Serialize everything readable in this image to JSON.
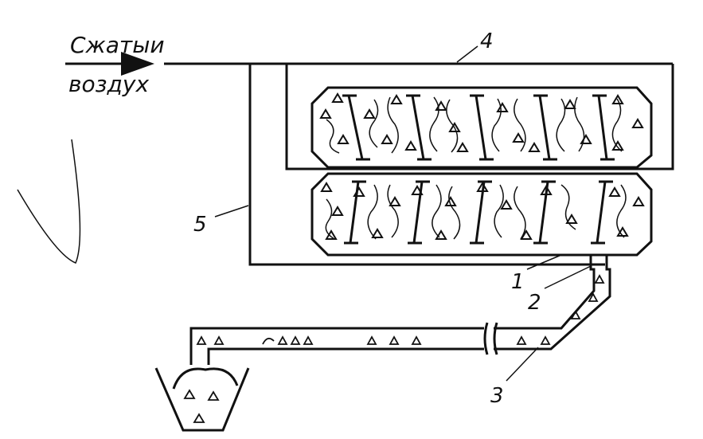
{
  "labels": {
    "air_line1": "Сжатыи",
    "air_line2": "воздух",
    "num1": "1",
    "num2": "2",
    "num3": "3",
    "num4": "4",
    "num5": "5"
  },
  "colors": {
    "ink": "#111111",
    "paper": "#ffffff"
  }
}
